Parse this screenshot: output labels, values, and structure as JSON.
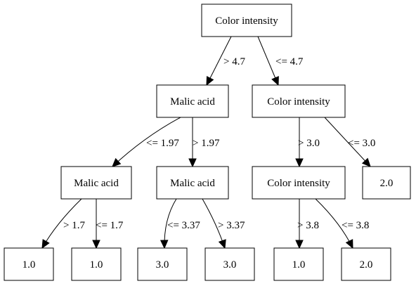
{
  "tree": {
    "nodes": [
      {
        "id": "n0",
        "label": "Color intensity"
      },
      {
        "id": "n1",
        "label": "Malic acid"
      },
      {
        "id": "n2",
        "label": "Color intensity"
      },
      {
        "id": "n3",
        "label": "Malic acid"
      },
      {
        "id": "n4",
        "label": "Malic acid"
      },
      {
        "id": "n5",
        "label": "Color intensity"
      },
      {
        "id": "n6",
        "label": "2.0"
      },
      {
        "id": "n7",
        "label": "1.0"
      },
      {
        "id": "n8",
        "label": "1.0"
      },
      {
        "id": "n9",
        "label": "3.0"
      },
      {
        "id": "n10",
        "label": "3.0"
      },
      {
        "id": "n11",
        "label": "1.0"
      },
      {
        "id": "n12",
        "label": "2.0"
      }
    ],
    "edges": [
      {
        "from": "n0",
        "to": "n1",
        "label": "> 4.7"
      },
      {
        "from": "n0",
        "to": "n2",
        "label": "<= 4.7"
      },
      {
        "from": "n1",
        "to": "n3",
        "label": "<= 1.97"
      },
      {
        "from": "n1",
        "to": "n4",
        "label": "> 1.97"
      },
      {
        "from": "n2",
        "to": "n5",
        "label": "> 3.0"
      },
      {
        "from": "n2",
        "to": "n6",
        "label": "<= 3.0"
      },
      {
        "from": "n3",
        "to": "n7",
        "label": "> 1.7"
      },
      {
        "from": "n3",
        "to": "n8",
        "label": "<= 1.7"
      },
      {
        "from": "n4",
        "to": "n9",
        "label": "<= 3.37"
      },
      {
        "from": "n4",
        "to": "n10",
        "label": "> 3.37"
      },
      {
        "from": "n5",
        "to": "n11",
        "label": "> 3.8"
      },
      {
        "from": "n5",
        "to": "n12",
        "label": "<= 3.8"
      }
    ]
  }
}
